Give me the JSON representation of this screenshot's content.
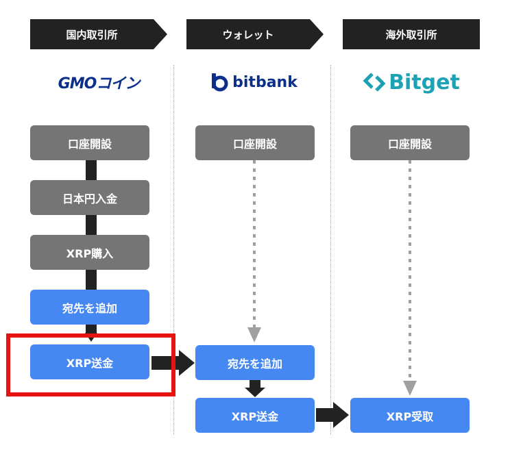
{
  "headers": {
    "domestic": "国内取引所",
    "wallet": "ウォレット",
    "overseas": "海外取引所"
  },
  "logos": {
    "gmo": "GMOコイン",
    "bitbank": "bitbank",
    "bitget": "Bitget"
  },
  "domestic_steps": {
    "open_account": "口座開設",
    "jpy_deposit": "日本円入金",
    "buy_xrp": "XRP購入",
    "add_destination": "宛先を追加",
    "send_xrp": "XRP送金"
  },
  "wallet_steps": {
    "open_account": "口座開設",
    "add_destination": "宛先を追加",
    "send_xrp": "XRP送金"
  },
  "overseas_steps": {
    "open_account": "口座開設",
    "receive_xrp": "XRP受取"
  },
  "colors": {
    "header_bg": "#222222",
    "step_gray": "#757575",
    "step_blue": "#4688f1",
    "connector": "#222222",
    "dotted_arrow": "#a0a0a0",
    "highlight": "#e8130f",
    "bitget_teal": "#1da2b4",
    "gmo_blue": "#0b2f8a"
  }
}
